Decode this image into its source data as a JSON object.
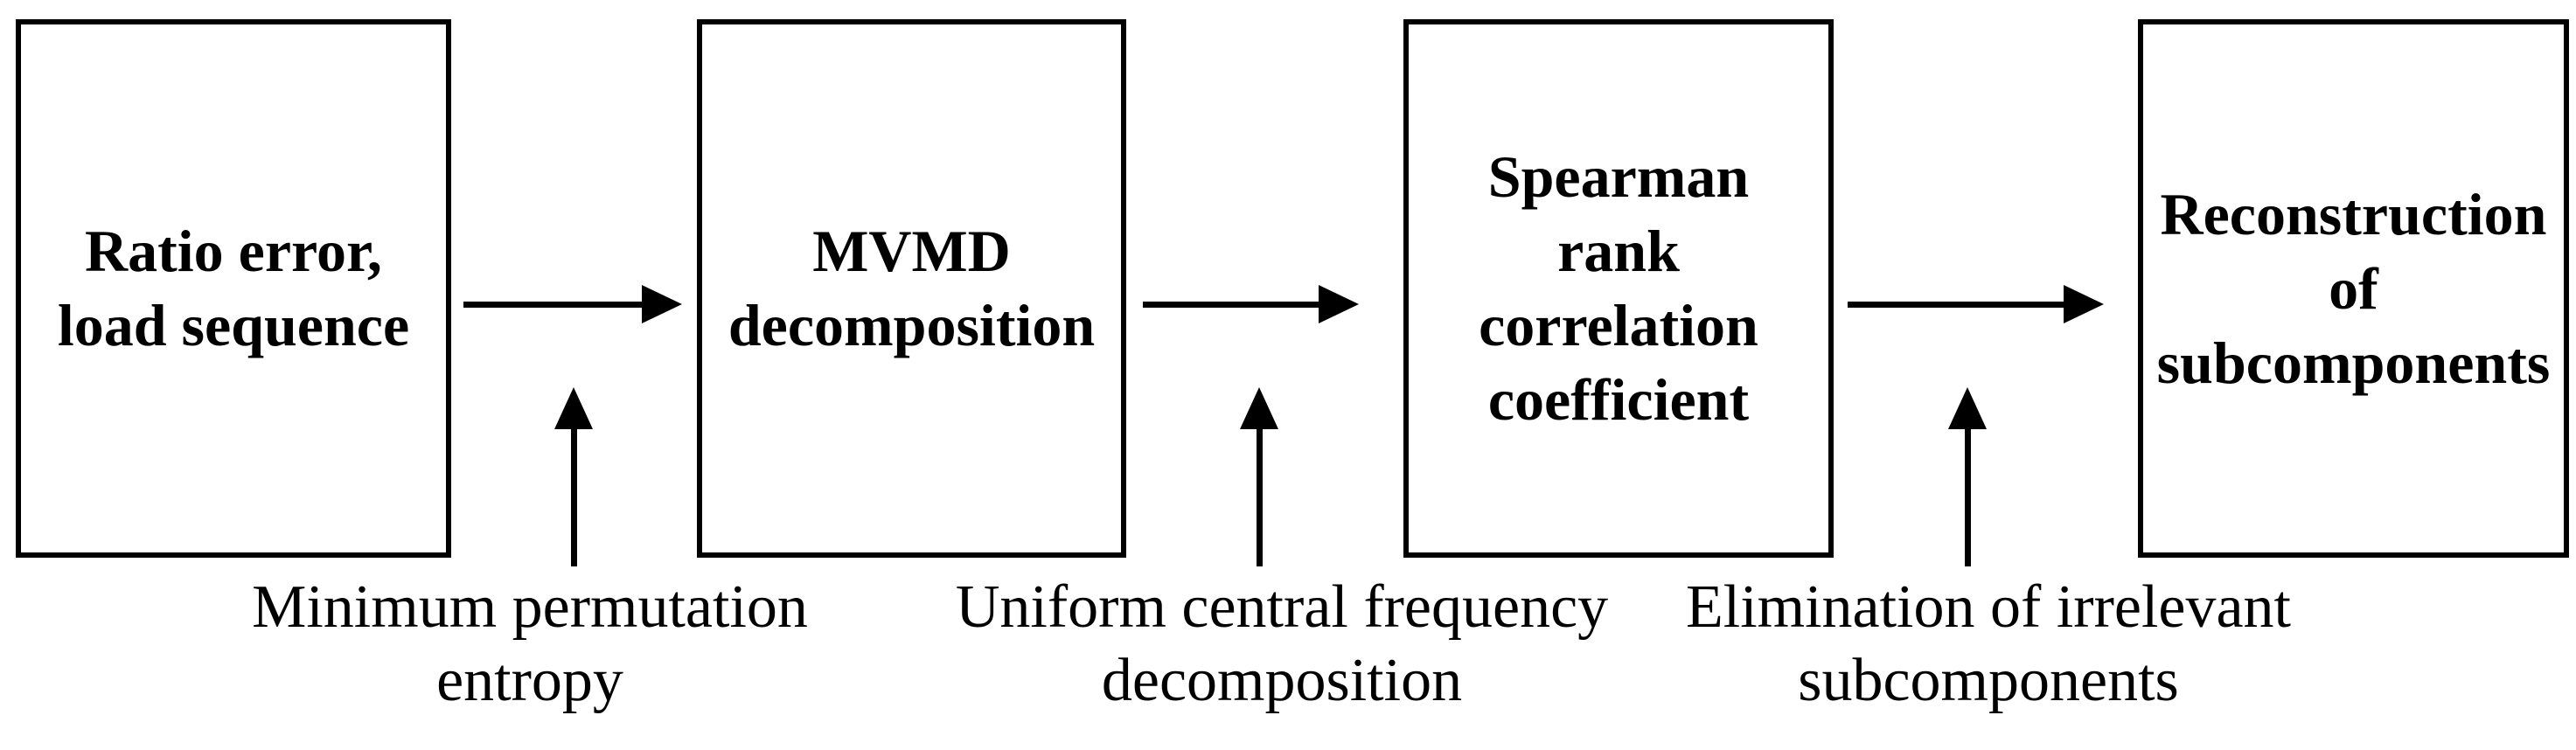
{
  "diagram": {
    "colors": {
      "background": "#ffffff",
      "line": "#000000",
      "text": "#000000"
    },
    "boxes": [
      {
        "label": "Ratio error,\nload sequence"
      },
      {
        "label": "MVMD\ndecomposition"
      },
      {
        "label": "Spearman\nrank\ncorrelation\ncoefficient"
      },
      {
        "label": "Reconstruction\nof\nsubcomponents"
      }
    ],
    "connectors": [
      {
        "type": "arrow-right",
        "from": "Ratio error, load sequence",
        "to": "MVMD decomposition"
      },
      {
        "type": "arrow-right",
        "from": "MVMD decomposition",
        "to": "Spearman rank correlation coefficient"
      },
      {
        "type": "arrow-right",
        "from": "Spearman rank correlation coefficient",
        "to": "Reconstruction of subcomponents"
      },
      {
        "type": "arrow-up",
        "annotation": "Minimum permutation entropy"
      },
      {
        "type": "arrow-up",
        "annotation": "Uniform central frequency decomposition"
      },
      {
        "type": "arrow-up",
        "annotation": "Elimination of irrelevant subcomponents"
      }
    ],
    "annotations": [
      {
        "label": "Minimum permutation\nentropy"
      },
      {
        "label": "Uniform central frequency\ndecomposition"
      },
      {
        "label": "Elimination of irrelevant\nsubcomponents"
      }
    ]
  }
}
